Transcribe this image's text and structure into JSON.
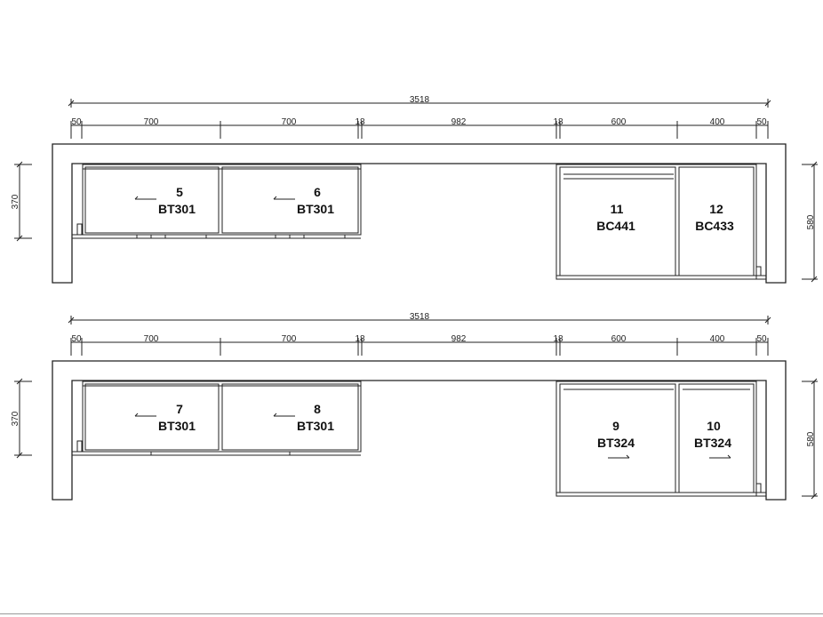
{
  "drawing": {
    "elevations": [
      {
        "total": "3518",
        "segments": [
          "50",
          "700",
          "700",
          "18",
          "982",
          "18",
          "600",
          "400",
          "50"
        ],
        "left_height": "370",
        "right_height": "580",
        "cabinets": [
          {
            "number": "5",
            "code": "BT301"
          },
          {
            "number": "6",
            "code": "BT301"
          },
          {
            "number": "11",
            "code": "BC441"
          },
          {
            "number": "12",
            "code": "BC433"
          }
        ]
      },
      {
        "total": "3518",
        "segments": [
          "50",
          "700",
          "700",
          "18",
          "982",
          "18",
          "600",
          "400",
          "50"
        ],
        "left_height": "370",
        "right_height": "580",
        "cabinets": [
          {
            "number": "7",
            "code": "BT301"
          },
          {
            "number": "8",
            "code": "BT301"
          },
          {
            "number": "9",
            "code": "BT324"
          },
          {
            "number": "10",
            "code": "BT324"
          }
        ]
      }
    ]
  }
}
